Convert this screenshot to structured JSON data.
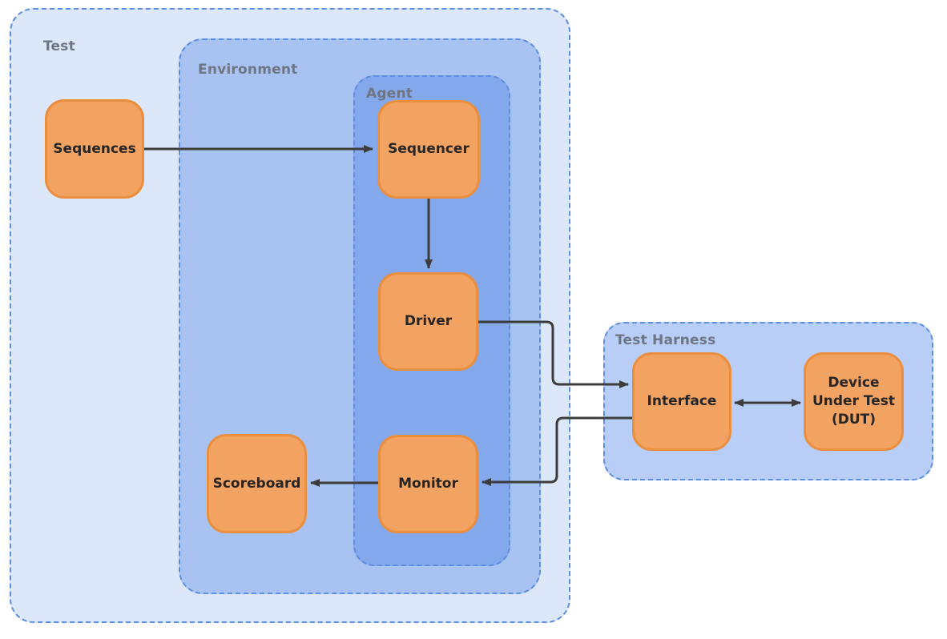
{
  "diagram": {
    "type": "block-diagram",
    "subject": "UVM testbench architecture"
  },
  "containers": {
    "test": {
      "label": "Test"
    },
    "environment": {
      "label": "Environment"
    },
    "agent": {
      "label": "Agent"
    },
    "test_harness": {
      "label": "Test Harness"
    }
  },
  "nodes": {
    "sequences": {
      "label": "Sequences",
      "container": "Test"
    },
    "sequencer": {
      "label": "Sequencer",
      "container": "Agent"
    },
    "driver": {
      "label": "Driver",
      "container": "Agent"
    },
    "monitor": {
      "label": "Monitor",
      "container": "Agent"
    },
    "scoreboard": {
      "label": "Scoreboard",
      "container": "Environment"
    },
    "interface": {
      "label": "Interface",
      "container": "Test Harness"
    },
    "dut": {
      "label": "Device Under Test (DUT)",
      "container": "Test Harness"
    }
  },
  "edges": [
    {
      "from": "Sequences",
      "to": "Sequencer",
      "direction": "forward"
    },
    {
      "from": "Sequencer",
      "to": "Driver",
      "direction": "forward"
    },
    {
      "from": "Driver",
      "to": "Interface",
      "direction": "forward"
    },
    {
      "from": "Interface",
      "to": "Monitor",
      "direction": "forward"
    },
    {
      "from": "Monitor",
      "to": "Scoreboard",
      "direction": "forward"
    },
    {
      "from": "Interface",
      "to": "Device Under Test (DUT)",
      "direction": "bidirectional"
    }
  ],
  "colors": {
    "test_fill": "#dce7f9",
    "environment_fill": "#a8c3f1",
    "agent_fill": "#83a8ec",
    "test_harness_fill": "#b8cef6",
    "container_border": "#5c8ee2",
    "node_fill": "#f2a261",
    "node_border": "#eb8e3d",
    "node_text": "#262626",
    "container_label_text": "#6e7584",
    "arrow": "#3c3c3c"
  }
}
